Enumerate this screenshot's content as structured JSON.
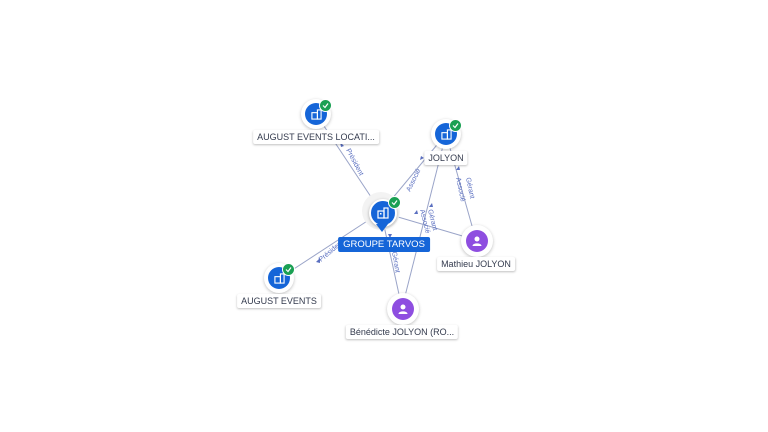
{
  "nodes": {
    "groupe_tarvos": {
      "label": "GROUPE TARVOS",
      "icon": "building-icon",
      "verified": true
    },
    "august_events_location": {
      "label": "AUGUST EVENTS LOCATI...",
      "icon": "building-icon",
      "verified": true
    },
    "jolyon": {
      "label": "JOLYON",
      "icon": "building-icon",
      "verified": true
    },
    "august_events": {
      "label": "AUGUST EVENTS",
      "icon": "building-icon",
      "verified": true
    },
    "mathieu_jolyon": {
      "label": "Mathieu JOLYON",
      "icon": "person-icon"
    },
    "benedicte_jolyon": {
      "label": "Bénédicte JOLYON (RO...",
      "icon": "person-icon"
    }
  },
  "edges": {
    "president_1": "Président",
    "president_2": "Président",
    "associe_1": "Associé",
    "associe_2": "Associé",
    "gerant_1": "Gérant",
    "gerant_2": "Gérant",
    "gerant_3": "Gérant",
    "associe_3": "Associé"
  },
  "colors": {
    "company": "#1565d8",
    "person": "#8e4ee0",
    "verified": "#1aa053",
    "edge": "#9aa4c8",
    "edge_label": "#5a6fc0"
  }
}
